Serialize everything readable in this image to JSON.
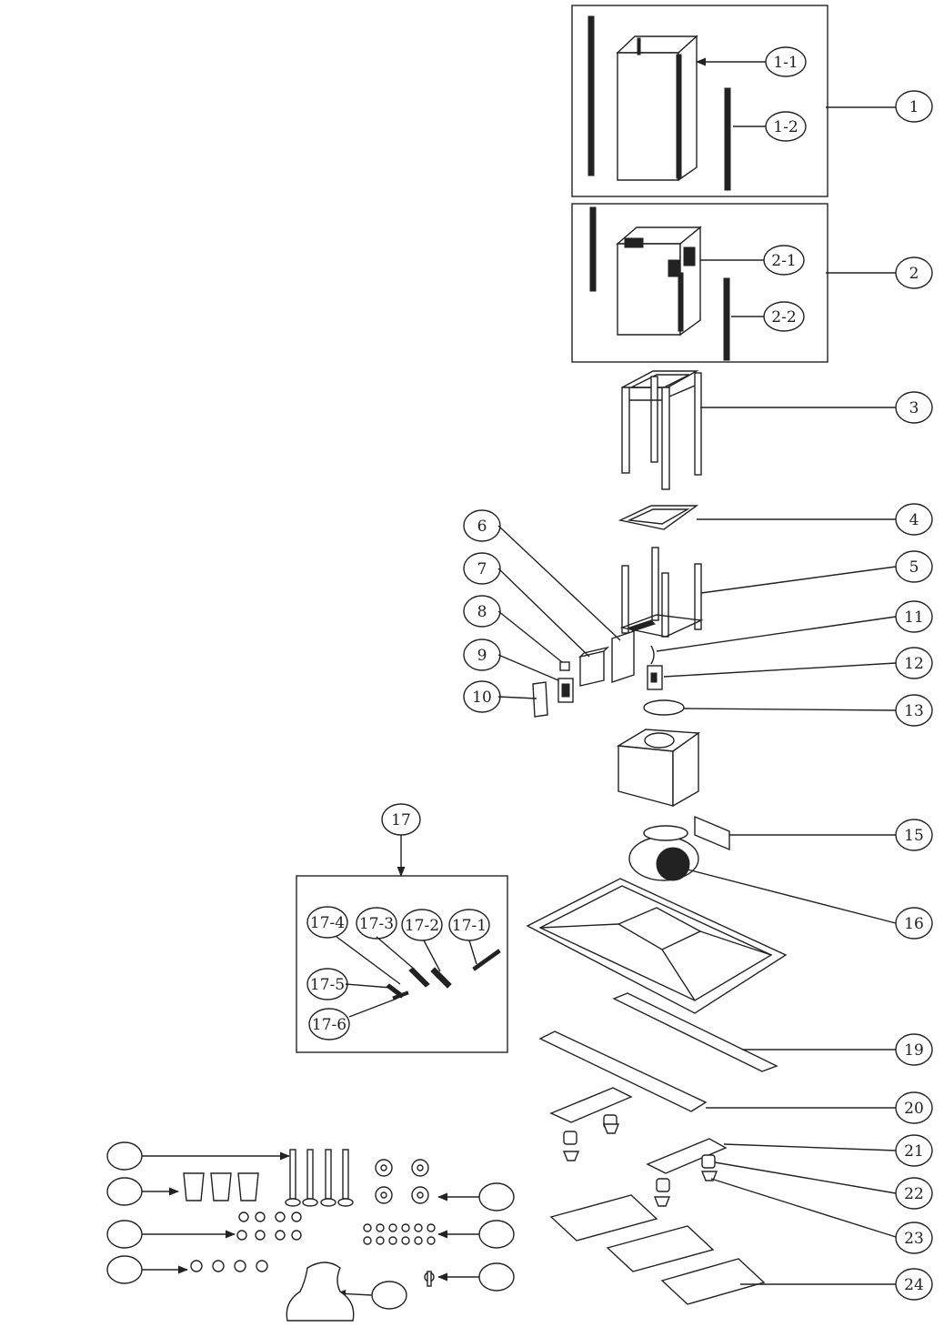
{
  "diagram": {
    "part_labels": {
      "p1": "1",
      "p1_1": "1-1",
      "p1_2": "1-2",
      "p2": "2",
      "p2_1": "2-1",
      "p2_2": "2-2",
      "p3": "3",
      "p4": "4",
      "p5": "5",
      "p6": "6",
      "p7": "7",
      "p8": "8",
      "p9": "9",
      "p10": "10",
      "p11": "11",
      "p12": "12",
      "p13": "13",
      "p15": "15",
      "p16": "16",
      "p17": "17",
      "p17_1": "17-1",
      "p17_2": "17-2",
      "p17_3": "17-3",
      "p17_4": "17-4",
      "p17_5": "17-5",
      "p17_6": "17-6",
      "p19": "19",
      "p20": "20",
      "p21": "21",
      "p22": "22",
      "p23": "23",
      "p24": "24"
    }
  }
}
